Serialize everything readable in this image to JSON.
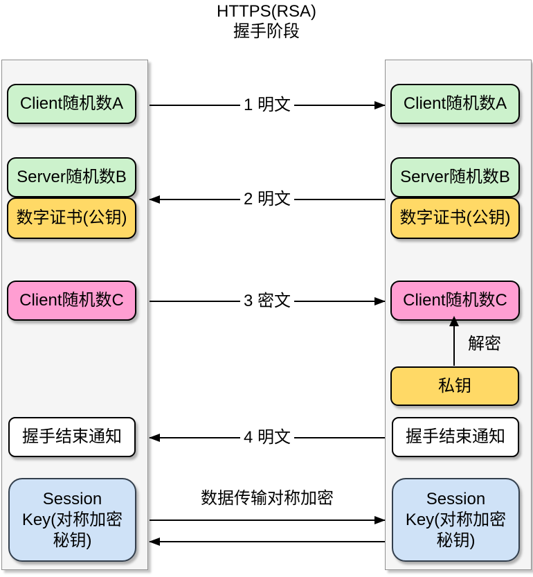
{
  "title": {
    "line1": "HTTPS(RSA)",
    "line2": "握手阶段"
  },
  "client_lane": {
    "random_a": "Client随机数A",
    "random_b": "Server随机数B",
    "certificate": "数字证书(公钥)",
    "random_c": "Client随机数C",
    "handshake_finish": "握手结束通知",
    "session_key_lines": [
      "Session",
      "Key(对称加密",
      "秘钥)"
    ]
  },
  "server_lane": {
    "random_a": "Client随机数A",
    "random_b": "Server随机数B",
    "certificate": "数字证书(公钥)",
    "random_c": "Client随机数C",
    "private_key": "私钥",
    "decrypt_label": "解密",
    "handshake_finish": "握手结束通知",
    "session_key_lines": [
      "Session",
      "Key(对称加密",
      "秘钥)"
    ]
  },
  "messages": {
    "step1": "1 明文",
    "step2": "2 明文",
    "step3": "3 密文",
    "step4": "4 明文",
    "data_transfer": "数据传输对称加密"
  },
  "colors": {
    "random_green": "#ccf2cc",
    "certificate_yellow": "#ffd966",
    "random_c_pink": "#ff9ed2",
    "session_key_blue": "#cfe2f7",
    "notice_white": "#ffffff",
    "lane_background": "#f5f5f5",
    "arrow_line": "#000000"
  }
}
